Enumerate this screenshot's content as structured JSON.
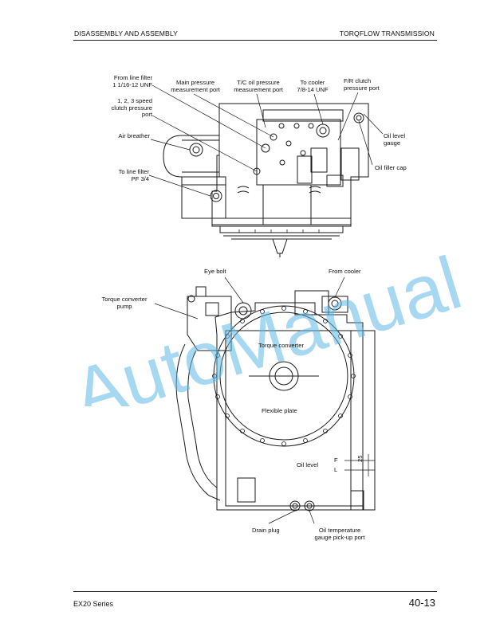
{
  "header": {
    "left": "DISASSEMBLY AND ASSEMBLY",
    "right": "TORQFLOW TRANSMISSION"
  },
  "footer": {
    "series": "EX20 Series",
    "page": "40-13"
  },
  "top_view_labels": {
    "from_line_filter": [
      "From line filter",
      "1 1/16-12 UNF"
    ],
    "main_pressure": [
      "Main pressure",
      "measurement port"
    ],
    "tc_oil_pressure": [
      "T/C oil pressure",
      "measurement port"
    ],
    "to_cooler": [
      "To cooler",
      "7/8-14 UNF"
    ],
    "fr_clutch": [
      "F/R clutch",
      "pressure port"
    ],
    "speed_clutch": [
      "1, 2, 3 speed",
      "clutch pressure",
      "port"
    ],
    "air_breather": "Air breather",
    "oil_level_gauge": [
      "Oil level",
      "gauge"
    ],
    "oil_filler_cap": "Oil filler cap",
    "to_line_filter": [
      "To line filter",
      "PF 3/4"
    ]
  },
  "front_view_labels": {
    "eye_bolt": "Eye bolt",
    "from_cooler": "From cooler",
    "torque_converter_pump": [
      "Torque converter",
      "pump"
    ],
    "torque_converter": "Torque converter",
    "flexible_plate": "Flexible plate",
    "oil_level": "Oil level",
    "f_mark": "F",
    "l_mark": "L",
    "dim_25": "25",
    "drain_plug": "Drain plug",
    "oil_temp": [
      "Oil temperature",
      "gauge pick-up port"
    ]
  },
  "watermark": "AutoManual"
}
